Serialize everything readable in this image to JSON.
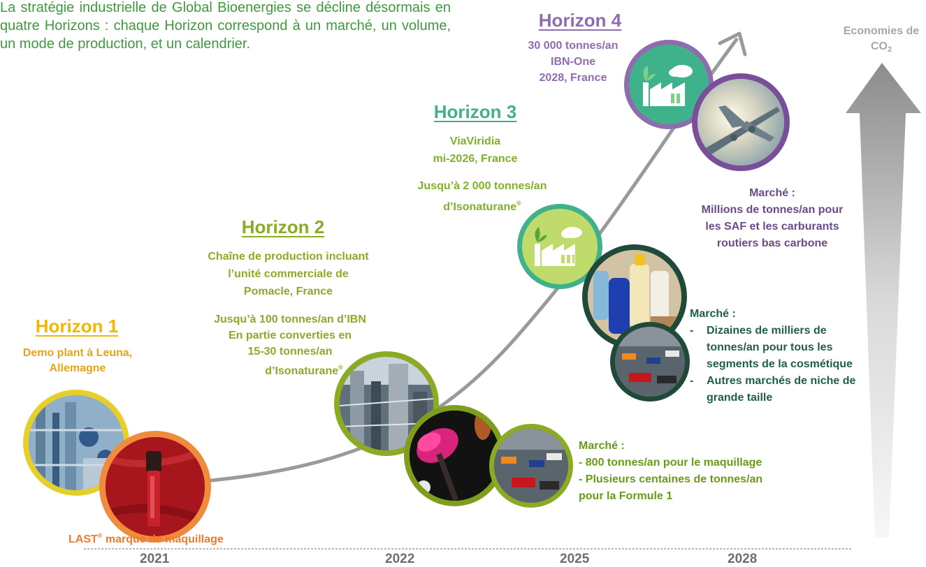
{
  "intro": "La stratégie industrielle de Global Bioenergies se décline désormais en quatre Horizons : chaque Horizon correspond à un marché, un volume, un mode de production, et un calendrier.",
  "h1": {
    "title": "Horizon 1",
    "desc_line1": "Demo plant à Leuna,",
    "desc_line2": "Allemagne",
    "brand": "LAST",
    "brand_sup": "®",
    "brand_rest": " marque de maquillage"
  },
  "h2": {
    "title": "Horizon 2",
    "chain": [
      "Chaîne de production incluant",
      "l’unité commerciale de",
      "Pomacle, France"
    ],
    "volume": [
      "Jusqu’à 100 tonnes/an d’IBN",
      "En partie converties en",
      "15-30 tonnes/an"
    ],
    "volume_last": "d’Isonaturane",
    "sup": "®"
  },
  "h3": {
    "title": "Horizon 3",
    "site": [
      "ViaViridia",
      "mi-2026, France"
    ],
    "volume1": "Jusqu’à 2 000 tonnes/an",
    "volume2": "d’Isonaturane",
    "sup": "®"
  },
  "h4": {
    "title": "Horizon 4",
    "lines": [
      "30 000 tonnes/an",
      "IBN-One",
      "2028, France"
    ]
  },
  "market2": {
    "title": "Marché :",
    "lines": [
      "- 800 tonnes/an pour le maquillage",
      "- Plusieurs centaines de tonnes/an",
      "pour la Formule 1"
    ]
  },
  "market3": {
    "title": "Marché :",
    "bullets": [
      "Dizaines de milliers de tonnes/an pour tous les segments de la cosmétique",
      "Autres marchés de niche de grande taille"
    ]
  },
  "market4": {
    "title": "Marché :",
    "lines": [
      "Millions de tonnes/an pour",
      "les SAF et les carburants",
      "routiers bas carbone"
    ]
  },
  "co2": {
    "label": "Economies de",
    "label2": "CO",
    "sub": "2"
  },
  "years": [
    "2021",
    "2022",
    "2025",
    "2028"
  ],
  "colors": {
    "h1": "#f2b705",
    "h1_ring2": "#f08a3c",
    "h2": "#8bab25",
    "h3": "#3fb28b",
    "h4": "#8e6cae",
    "market3": "#1f5e4a",
    "curve": "#9a9a9a"
  },
  "icons": [
    "factory-icon",
    "factory-icon",
    "airplane-icon",
    "racing-cars-icon",
    "cosmetics-icon",
    "makeup-brush-icon",
    "lipstick-icon",
    "industrial-plant-icon"
  ]
}
